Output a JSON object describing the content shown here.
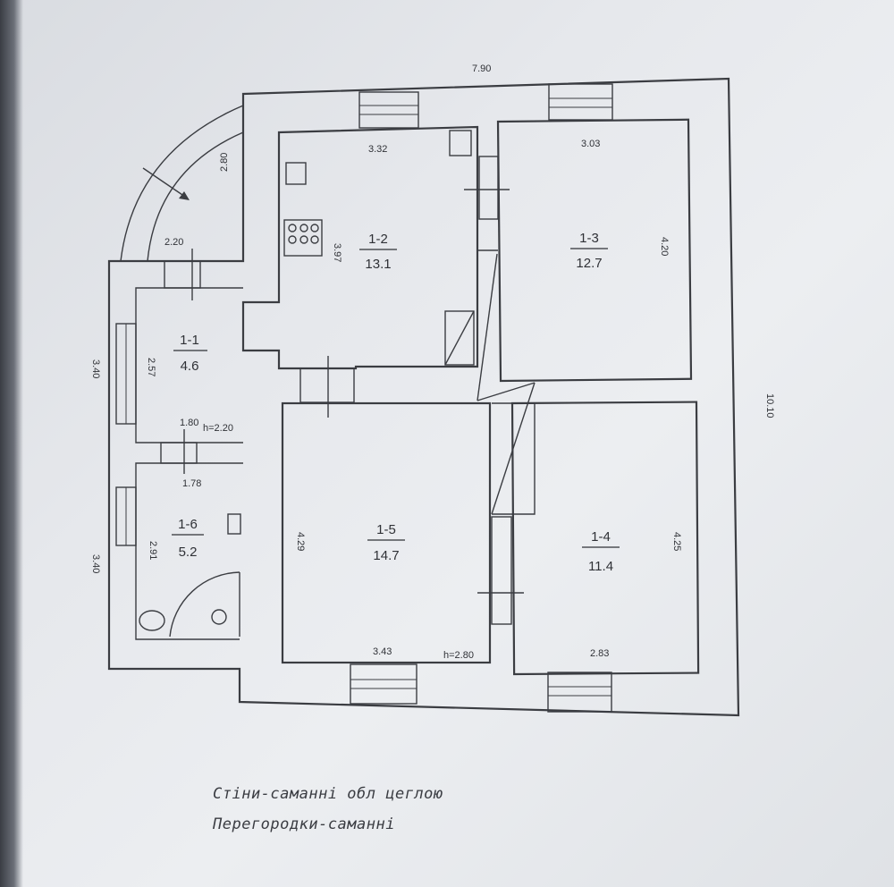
{
  "rooms": [
    {
      "id": "1-1",
      "area": "4.6"
    },
    {
      "id": "1-2",
      "area": "13.1"
    },
    {
      "id": "1-3",
      "area": "12.7"
    },
    {
      "id": "1-4",
      "area": "11.4"
    },
    {
      "id": "1-5",
      "area": "14.7"
    },
    {
      "id": "1-6",
      "area": "5.2"
    }
  ],
  "dimensions": {
    "overall_width": "7.90",
    "overall_height": "10.10",
    "porch_top": "2.20",
    "porch_left_upper": "3.40",
    "porch_left_lower": "3.40",
    "porch_curve": "2.80",
    "room12_width": "3.32",
    "room12_height": "3.97",
    "room13_width": "3.03",
    "room13_height": "4.20",
    "room11_height": "2.57",
    "room11_width": "1.80",
    "room11_ceiling": "h=2.20",
    "room16_width": "1.78",
    "room16_height": "2.91",
    "room15_height": "4.29",
    "room15_width": "3.43",
    "room15_ceiling": "h=2.80",
    "room14_height": "4.25",
    "room14_width": "2.83"
  },
  "notes": {
    "line1": "Стіни-саманні обл цеглою",
    "line2": "Перегородки-саманні"
  }
}
